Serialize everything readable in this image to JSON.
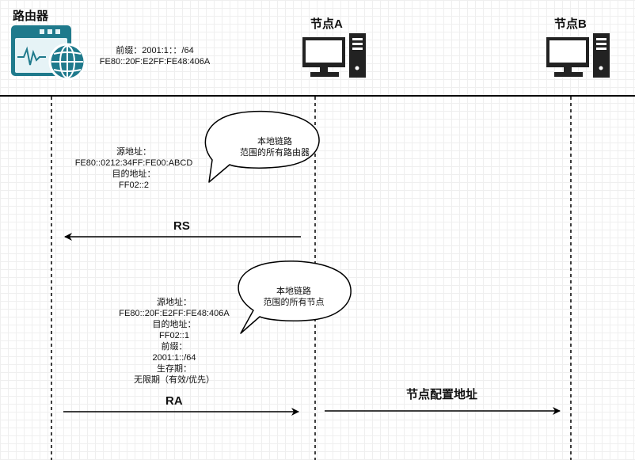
{
  "actors": {
    "router": {
      "title": "路由器"
    },
    "nodeA": {
      "title": "节点A"
    },
    "nodeB": {
      "title": "节点B"
    }
  },
  "router_info": {
    "prefix": "前缀：2001:1：：/64",
    "link_local": "FE80::20F:E2FF:FE48:406A"
  },
  "rs_message": {
    "src_label": "源地址：",
    "src_value": "FE80::0212:34FF:FE00:ABCD",
    "dst_label": "目的地址：",
    "dst_value": "FF02::2",
    "bubble_line1": "本地链路",
    "bubble_line2": "范围的所有路由器",
    "arrow_label": "RS"
  },
  "ra_message": {
    "src_label": "源地址：",
    "src_value": "FE80::20F:E2FF:FE48:406A",
    "dst_label": "目的地址：",
    "dst_value": "FF02::1",
    "prefix_label": "前缀：",
    "prefix_value": "2001:1::/64",
    "lifetime_label": "生存期：",
    "lifetime_value": "无限期（有效/优先）",
    "bubble_line1": "本地链路",
    "bubble_line2": "范围的所有节点",
    "arrow_label": "RA"
  },
  "config": {
    "arrow_label": "节点配置地址"
  },
  "colors": {
    "icon_dark": "#222222",
    "router_icon_blue": "#1f7a8c",
    "router_icon_light": "#e6f3f6"
  }
}
